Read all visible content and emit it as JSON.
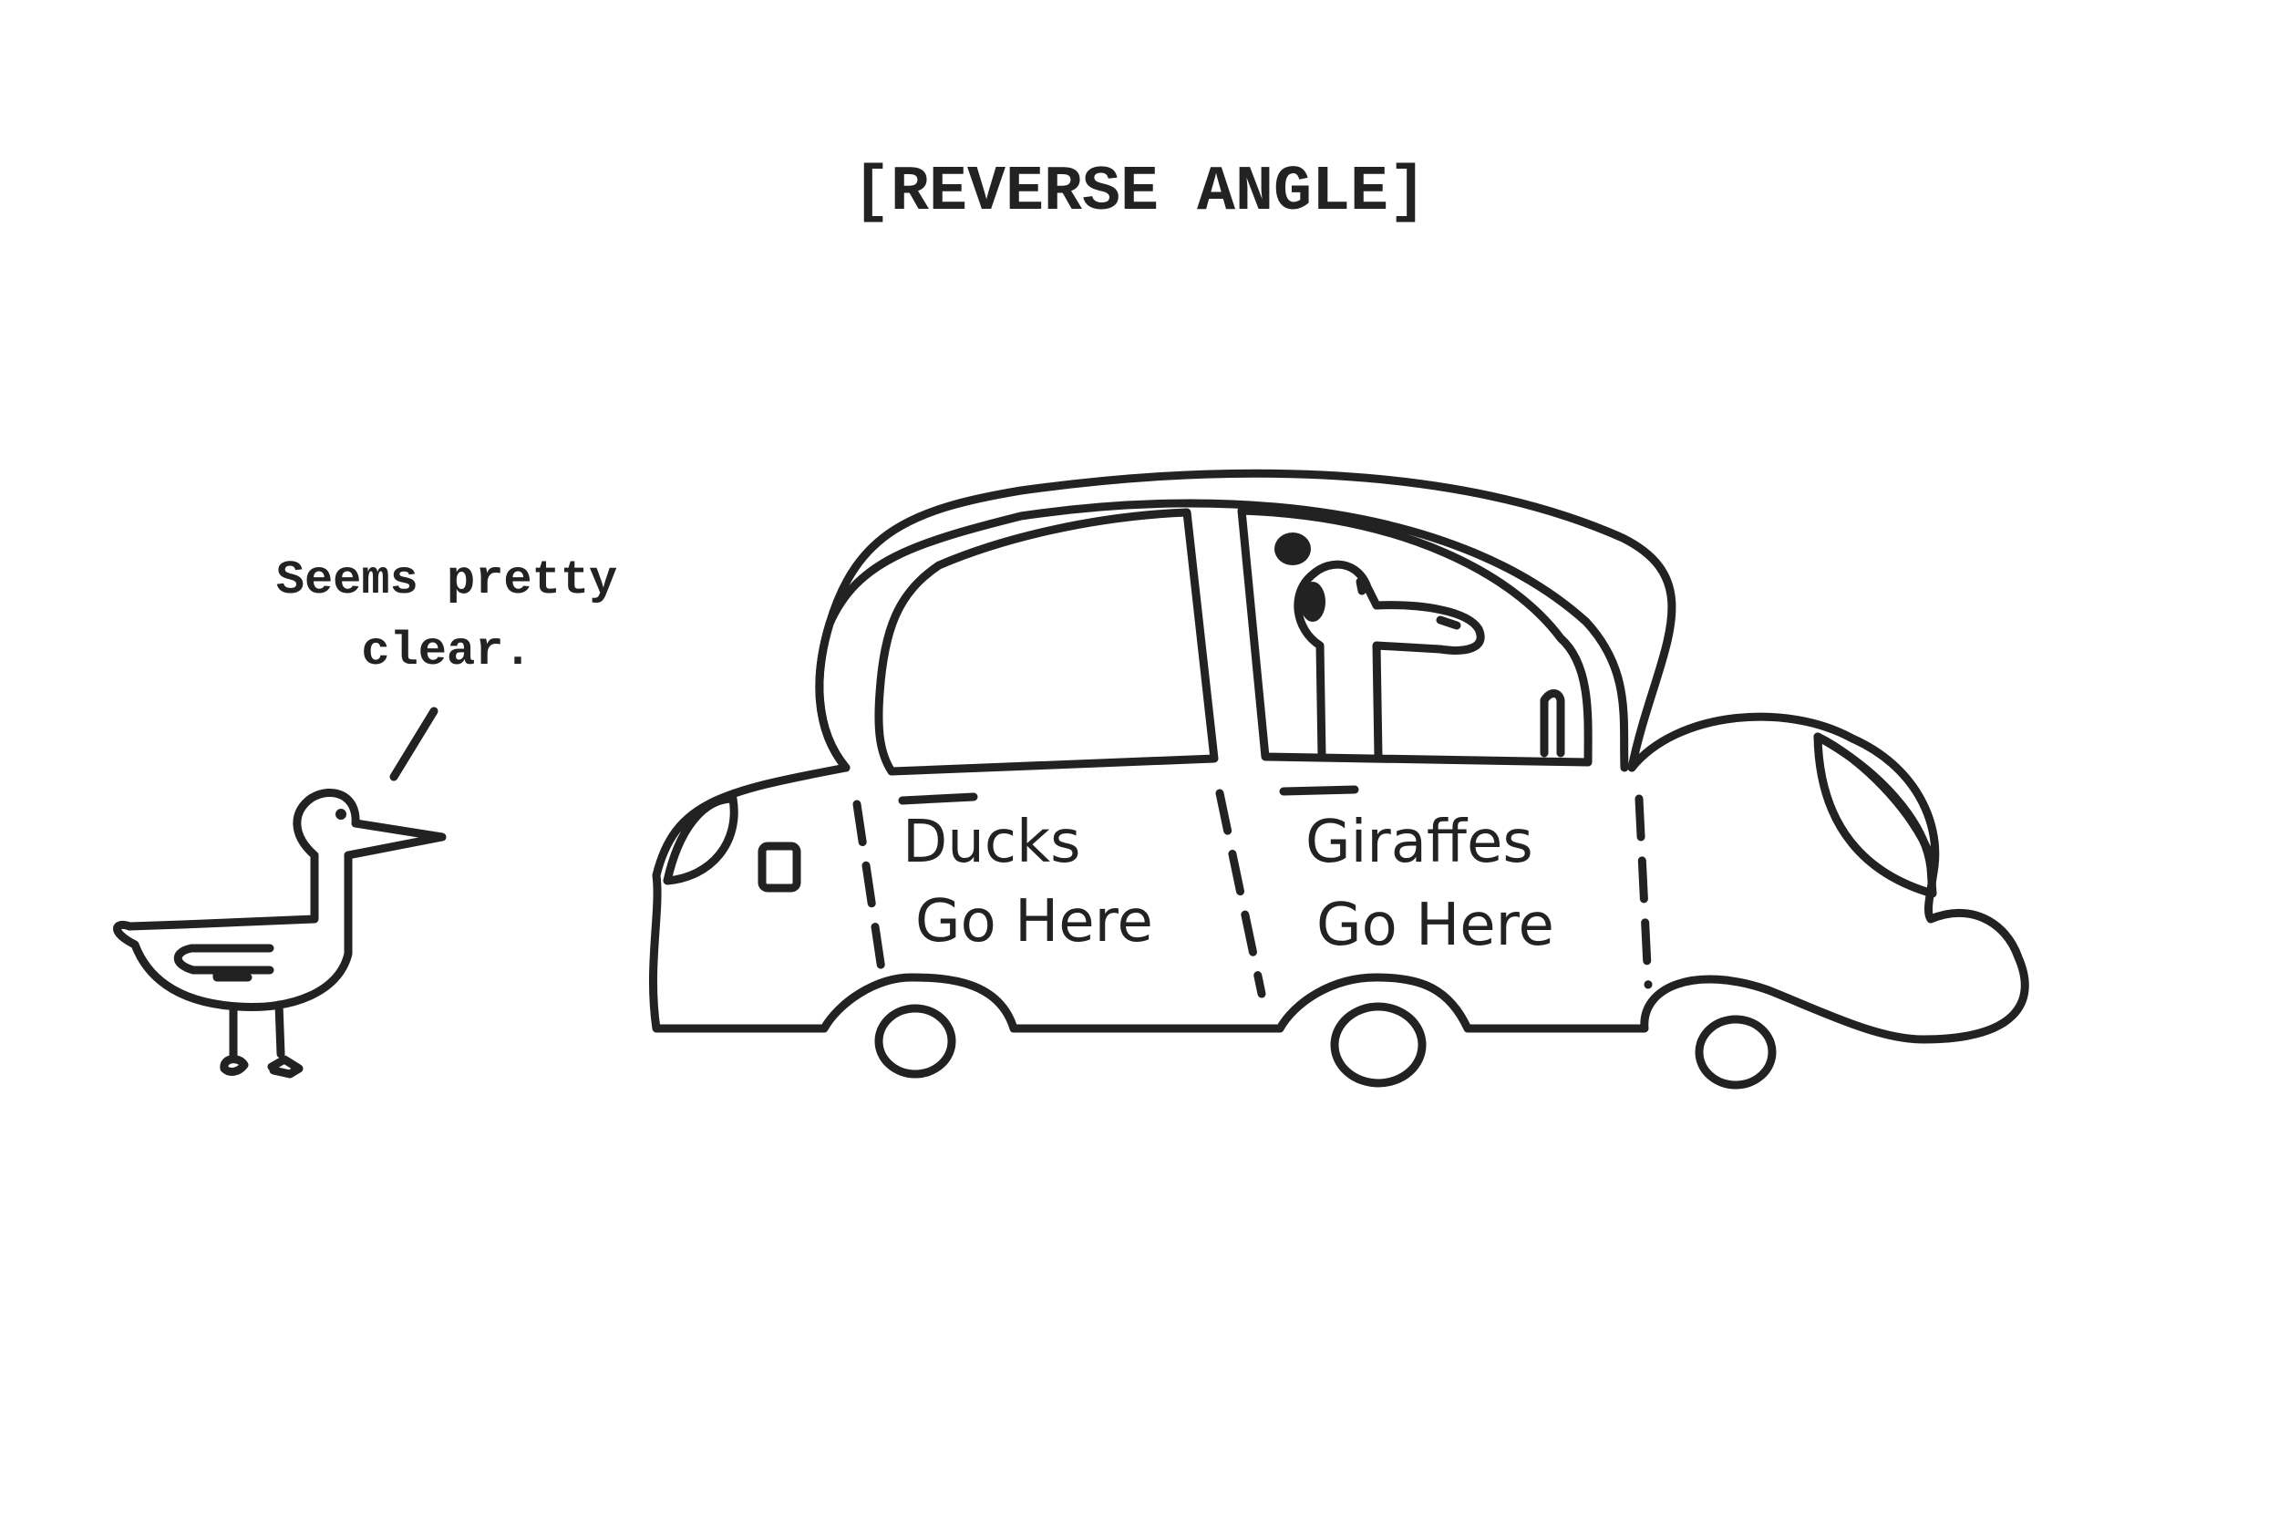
{
  "caption": "[REVERSE ANGLE]",
  "speech": {
    "line1": "Seems pretty",
    "line2": "clear."
  },
  "car": {
    "front_door": {
      "line1": "Ducks",
      "line2": "Go Here"
    },
    "rear_door": {
      "line1": "Giraffes",
      "line2": "Go Here"
    }
  },
  "colors": {
    "ink": "#222222",
    "background": "#ffffff"
  }
}
